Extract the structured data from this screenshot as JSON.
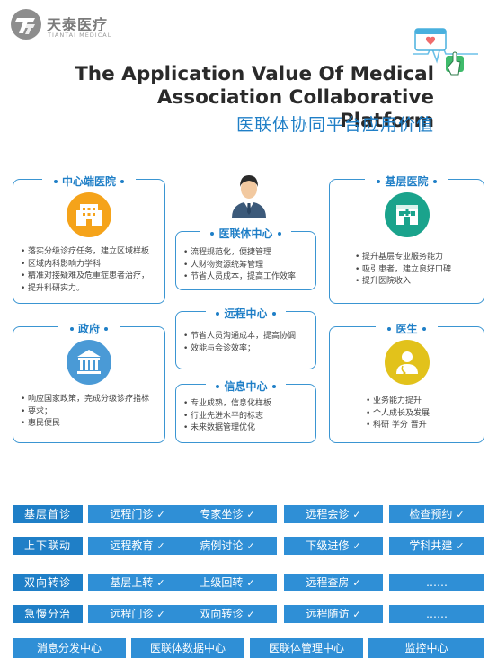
{
  "logo": {
    "cn": "天泰医疗",
    "en": "TIANTAI MEDICAL"
  },
  "title": {
    "en_line1": "The Application Value Of Medical",
    "en_line2": "Association Collaborative Platform",
    "cn": "医联体协同平台应用价值"
  },
  "panels": {
    "hub_hospital": {
      "title": "中心端医院",
      "items": [
        "落实分级诊疗任务，建立区域样板",
        "区域内科影响力学科",
        "精准对接疑难及危重症患者治疗，",
        "提升科研实力。"
      ]
    },
    "grassroots_hospital": {
      "title": "基层医院",
      "items": [
        "提升基层专业服务能力",
        "吸引患者，建立良好口碑",
        "提升医院收入"
      ]
    },
    "government": {
      "title": "政府",
      "items": [
        "响应国家政策，完成分级诊疗指标",
        "要求；",
        "惠民便民"
      ]
    },
    "doctor": {
      "title": "医生",
      "items": [
        "业务能力提升",
        "个人成长及发展",
        "科研 学分 晋升"
      ]
    },
    "alliance_center": {
      "title": "医联体中心",
      "items": [
        "流程规范化，便捷管理",
        "人财物资源统筹管理",
        "节省人员成本，提高工作效率"
      ]
    },
    "remote_center": {
      "title": "远程中心",
      "items": [
        "节省人员沟通成本，提高协调",
        "效能与会诊效率；"
      ]
    },
    "info_center": {
      "title": "信息中心",
      "items": [
        "专业成熟，信息化样板",
        "行业先进水平的标志",
        "未来数据管理优化"
      ]
    }
  },
  "grid": {
    "rows": [
      {
        "label": "基层首诊",
        "cells": [
          "远程门诊",
          "专家坐诊",
          "远程会诊",
          "检查预约"
        ]
      },
      {
        "label": "上下联动",
        "cells": [
          "远程教育",
          "病例讨论",
          "下级进修",
          "学科共建"
        ]
      },
      {
        "label": "双向转诊",
        "cells": [
          "基层上转",
          "上级回转",
          "远程查房",
          "……"
        ]
      },
      {
        "label": "急慢分治",
        "cells": [
          "远程门诊",
          "双向转诊",
          "远程随访",
          "……"
        ]
      }
    ],
    "check_mark": "✓",
    "bottom": [
      "消息分发中心",
      "医联体数据中心",
      "医联体管理中心",
      "监控中心"
    ]
  },
  "colors": {
    "accent": "#1f7fc7",
    "cell": "#2f8fd6",
    "orange": "#f5a31a",
    "green": "#1aa38c",
    "yellow": "#e2c21b"
  }
}
